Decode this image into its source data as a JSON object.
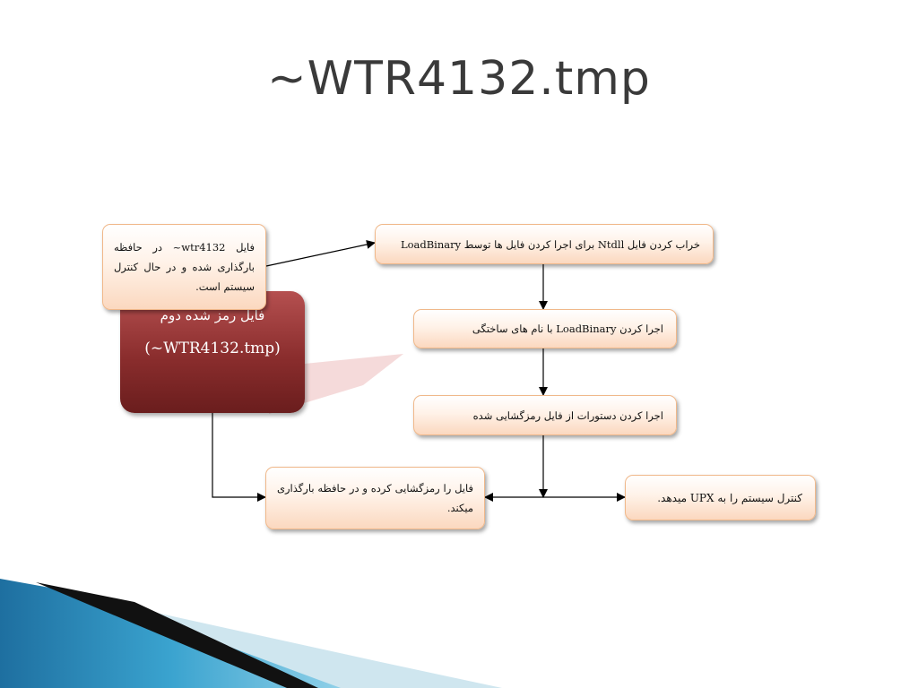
{
  "slide": {
    "title": "~WTR4132.tmp"
  },
  "diagram": {
    "title_box": {
      "line1": "فایل رمز شده دوم",
      "line2": "(~WTR4132.tmp)"
    },
    "boxes": [
      {
        "id": "b1",
        "text": "فایل wtr4132~ در حافظه بارگذاری شده و در حال کنترل سیستم است."
      },
      {
        "id": "b2",
        "text": "خراب کردن فایل Ntdll برای اجرا کردن فایل ها توسط LoadBinary"
      },
      {
        "id": "b3",
        "text": "اجرا کردن LoadBinary با نام های ساختگی"
      },
      {
        "id": "b4",
        "text": "اجرا کردن دستورات از فایل رمزگشایی شده"
      },
      {
        "id": "b5",
        "text": "فایل را رمزگشایی کرده و در حافظه بارگذاری میکند."
      },
      {
        "id": "b6",
        "text": "کنترل سیستم را به UPX میدهد."
      }
    ]
  },
  "colors": {
    "box_border": "#f0b88a",
    "box_fill": "#fbd8bf",
    "dark_box": "#8a2d2d",
    "footer_blue": "#3a9cc8"
  }
}
